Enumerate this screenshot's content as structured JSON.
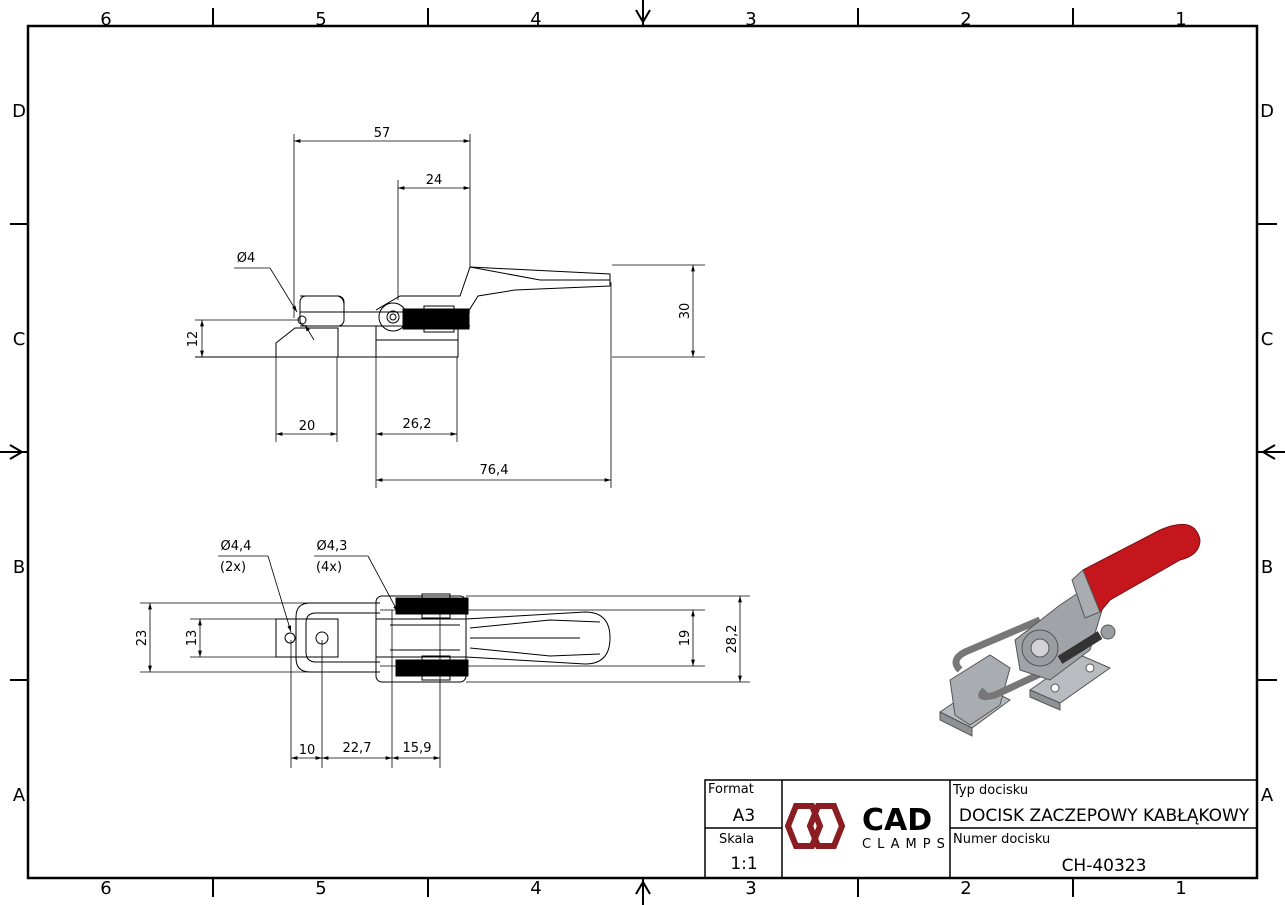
{
  "zones": {
    "columns": [
      "6",
      "5",
      "4",
      "3",
      "2",
      "1"
    ],
    "rows": [
      "D",
      "C",
      "B",
      "A"
    ]
  },
  "side_view": {
    "dims": [
      "57",
      "24",
      "Ø4",
      "30",
      "12",
      "20",
      "26,2",
      "76,4"
    ]
  },
  "top_view": {
    "dims": [
      "Ø4,4",
      "(2x)",
      "Ø4,3",
      "(4x)",
      "23",
      "13",
      "19",
      "28,2",
      "10",
      "22,7",
      "15,9"
    ]
  },
  "title_block": {
    "format_label": "Format",
    "format_value": "A3",
    "scale_label": "Skala",
    "scale_value": "1:1",
    "type_label": "Typ docisku",
    "type_value": "DOCISK ZACZEPOWY KABŁĄKOWY",
    "number_label": "Numer docisku",
    "number_value": "CH-40323",
    "logo_main": "CAD",
    "logo_sub": "CLAMPS"
  },
  "colors": {
    "line": "#000000",
    "logo_red": "#8b1d22",
    "handle_red": "#c4161c",
    "metal": "#a9acb0"
  }
}
